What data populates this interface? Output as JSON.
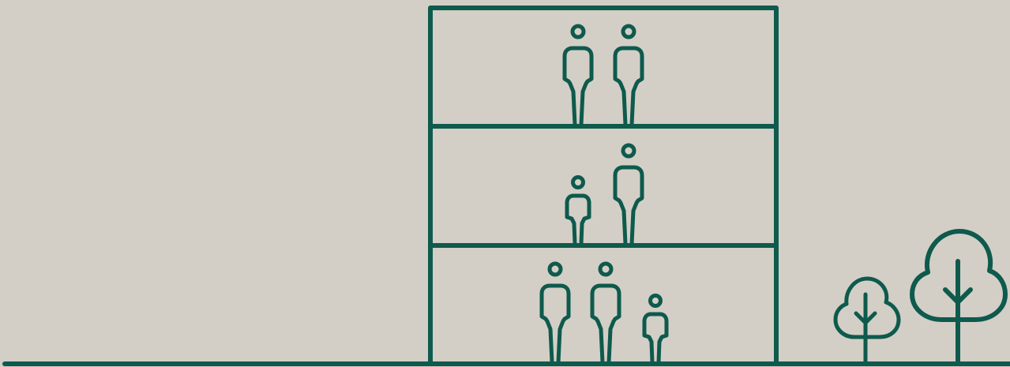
{
  "colors": {
    "background": "#d3cfc6",
    "ink": "#0e5a4d"
  },
  "scene": {
    "building": {
      "floors": [
        {
          "level": "top",
          "occupants": [
            "adult",
            "adult"
          ]
        },
        {
          "level": "middle",
          "occupants": [
            "child",
            "adult"
          ]
        },
        {
          "level": "ground",
          "occupants": [
            "adult",
            "adult",
            "child"
          ]
        }
      ]
    },
    "trees": [
      "small-tree",
      "large-tree"
    ]
  }
}
